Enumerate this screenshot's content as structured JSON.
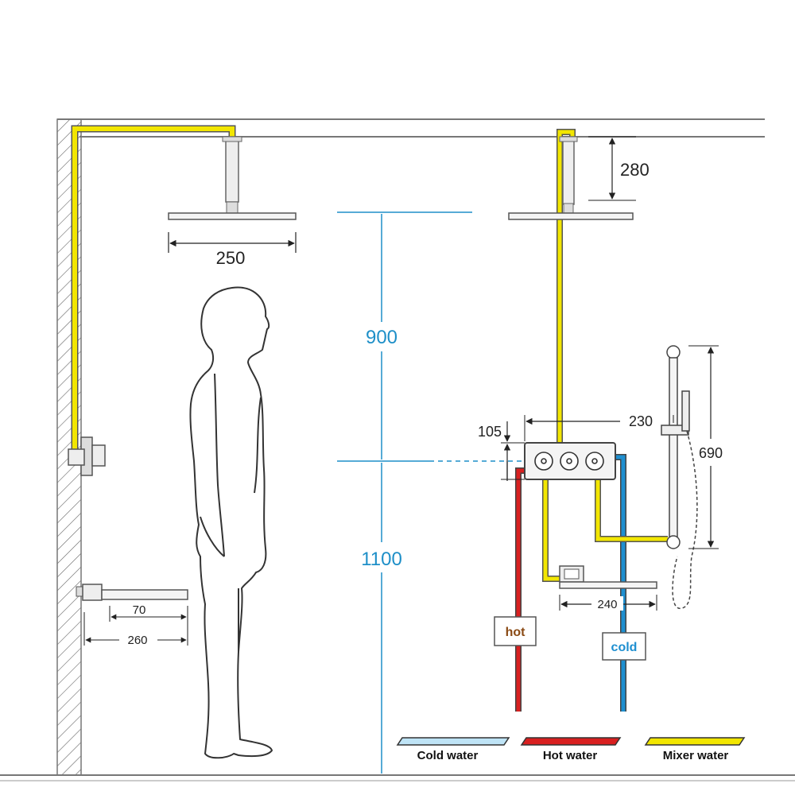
{
  "dimensions": {
    "shower_head_diameter": "250",
    "arm_length": "280",
    "head_above_valve": "900",
    "valve_height": "1100",
    "valve_half_height": "105",
    "valve_to_rail": "230",
    "rail_length": "690",
    "spout_length": "240",
    "spout_projection": "70",
    "spout_from_wall": "260"
  },
  "tags": {
    "hot": "hot",
    "cold": "cold"
  },
  "legend": {
    "cold": "Cold water",
    "hot": "Hot water",
    "mixer": "Mixer water"
  },
  "colors": {
    "cold": "#1e8fd0",
    "hot": "#d92020",
    "mixer": "#f2e600",
    "dimension_blue": "#1e8fc8"
  }
}
